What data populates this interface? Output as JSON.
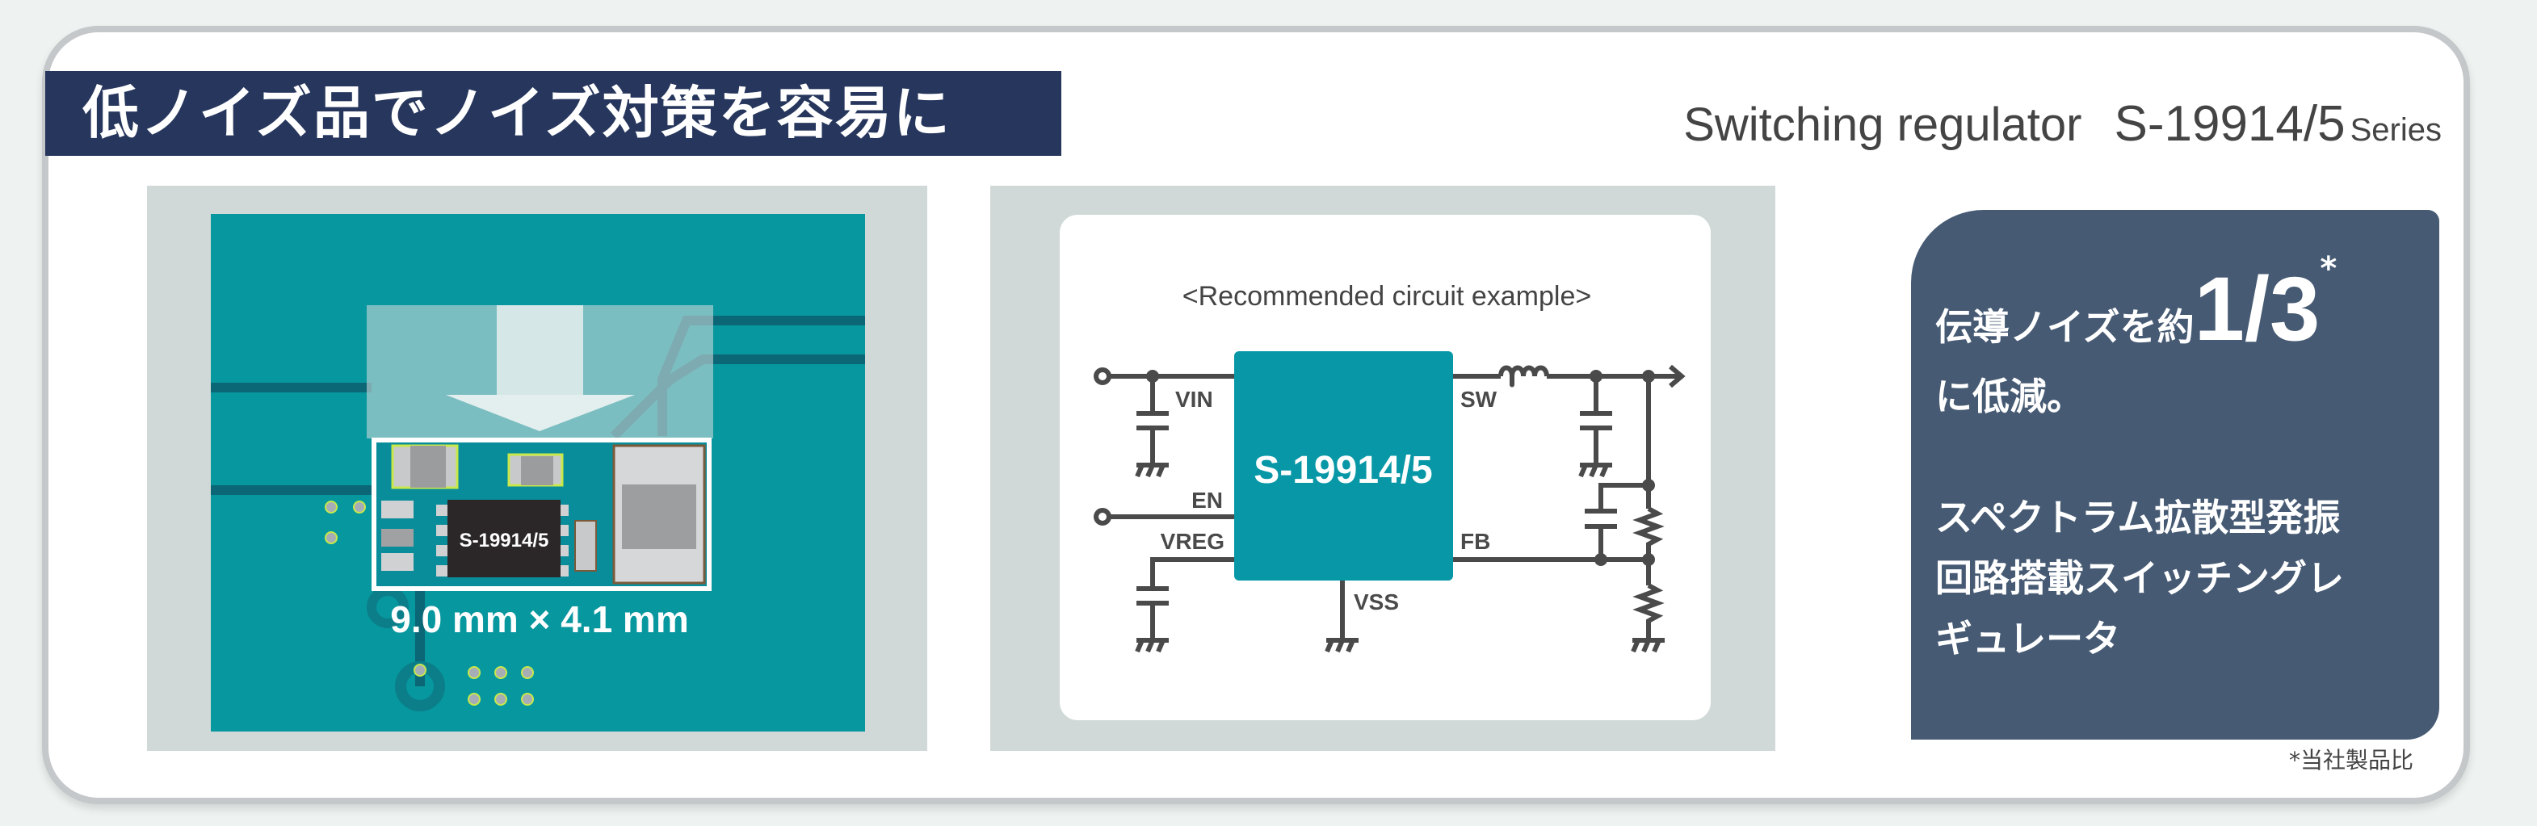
{
  "header": {
    "title": "低ノイズ品でノイズ対策を容易に",
    "subtitle": "Switching regulator",
    "part_number": "S-19914/5",
    "series": "Series"
  },
  "pcb": {
    "chip_label": "S-19914/5",
    "dimension": "9.0 mm × 4.1 mm"
  },
  "circuit": {
    "title": "<Recommended circuit example>",
    "chip_label": "S-19914/5",
    "pins": {
      "vin": "VIN",
      "en": "EN",
      "vreg": "VREG",
      "sw": "SW",
      "fb": "FB",
      "vss": "VSS"
    }
  },
  "feature": {
    "line1_prefix": "伝導ノイズを約",
    "ratio": "1/3",
    "asterisk": "*",
    "line2": "に低減。",
    "line3": "スペクトラム拡散型発振",
    "line4": "回路搭載スイッチングレ",
    "line5": "ギュレータ",
    "footnote": "*当社製品比"
  },
  "colors": {
    "navy": "#26365c",
    "teal": "#0797a6",
    "slate": "#465a73"
  }
}
